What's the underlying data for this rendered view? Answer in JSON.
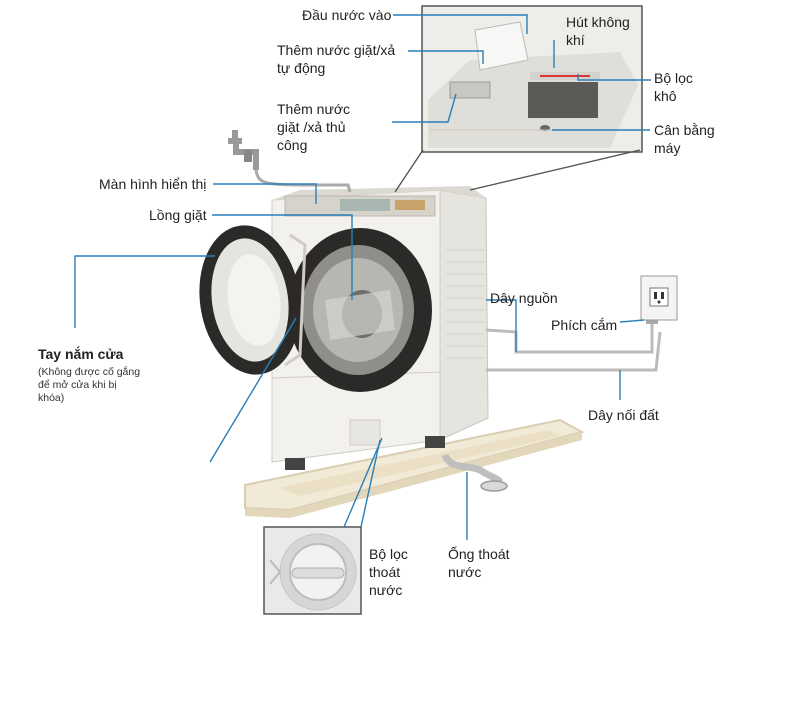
{
  "colors": {
    "callout_line": "#2a7fb8",
    "machine_body": "#f2f1ee",
    "base_tray": "#f1ead6",
    "drum_ring": "#2b2a28"
  },
  "labels": {
    "water_inlet": "Đầu nước vào",
    "auto_detergent": "Thêm nước giặt/xả\ntự động",
    "manual_detergent": "Thêm nước\ngiặt /xả thủ\ncông",
    "display": "Màn hình hiển thị",
    "drum": "Lồng giặt",
    "door_handle": "Tay nắm cửa",
    "door_handle_note": "(Không được cố gắng\nđể mở cửa khi bị\nkhóa)",
    "suction": "Hút không\nkhí",
    "dry_filter": "Bộ lọc\nkhô",
    "leveling": "Cân bằng\nmáy",
    "power_cord": "Dây nguồn",
    "plug": "Phích cắm",
    "ground_wire": "Dây nối đất",
    "drain_filter": "Bộ lọc\nthoát\nnước",
    "drain_hose": "Ống thoát\nnước"
  }
}
